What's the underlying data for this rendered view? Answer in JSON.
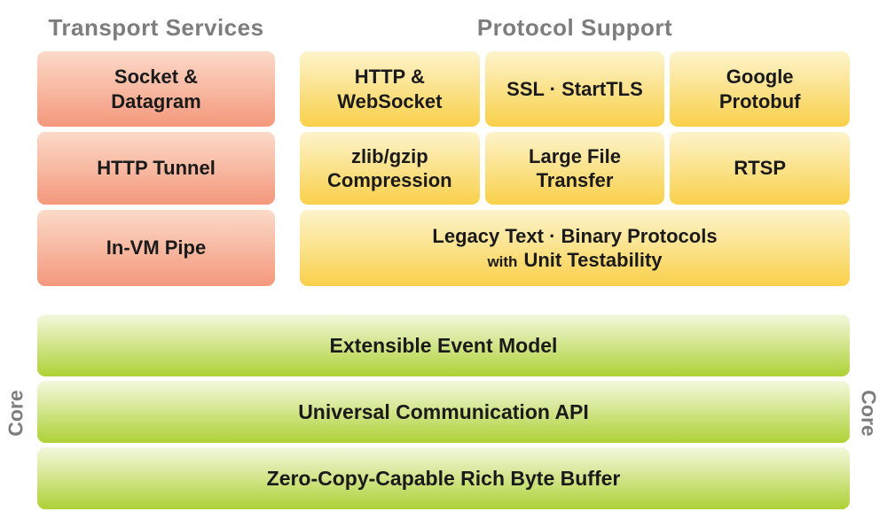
{
  "headings": {
    "transport": "Transport Services",
    "protocol": "Protocol Support"
  },
  "transport": {
    "items": [
      "Socket &\nDatagram",
      "HTTP Tunnel",
      "In-VM Pipe"
    ]
  },
  "protocol": {
    "grid": [
      [
        "HTTP &\nWebSocket",
        "SSL · StartTLS",
        "Google\nProtobuf"
      ],
      [
        "zlib/gzip\nCompression",
        "Large File\nTransfer",
        "RTSP"
      ]
    ],
    "legacy": {
      "line1": "Legacy Text · Binary Protocols",
      "line2_small": "with",
      "line2_rest": "Unit Testability"
    }
  },
  "core": {
    "left_label": "Core",
    "right_label": "Core",
    "bars": [
      "Extensible Event Model",
      "Universal Communication API",
      "Zero-Copy-Capable Rich Byte Buffer"
    ]
  },
  "colors": {
    "heading_text": "#7d7d7d",
    "box_text": "#1a1a1a",
    "transport_gradient_top": "#fbdac8",
    "transport_gradient_bottom": "#f4987c",
    "protocol_gradient_top": "#fdf4cc",
    "protocol_gradient_bottom": "#f9d04a",
    "core_gradient_top": "#f3f8dd",
    "core_gradient_bottom": "#aed136"
  }
}
